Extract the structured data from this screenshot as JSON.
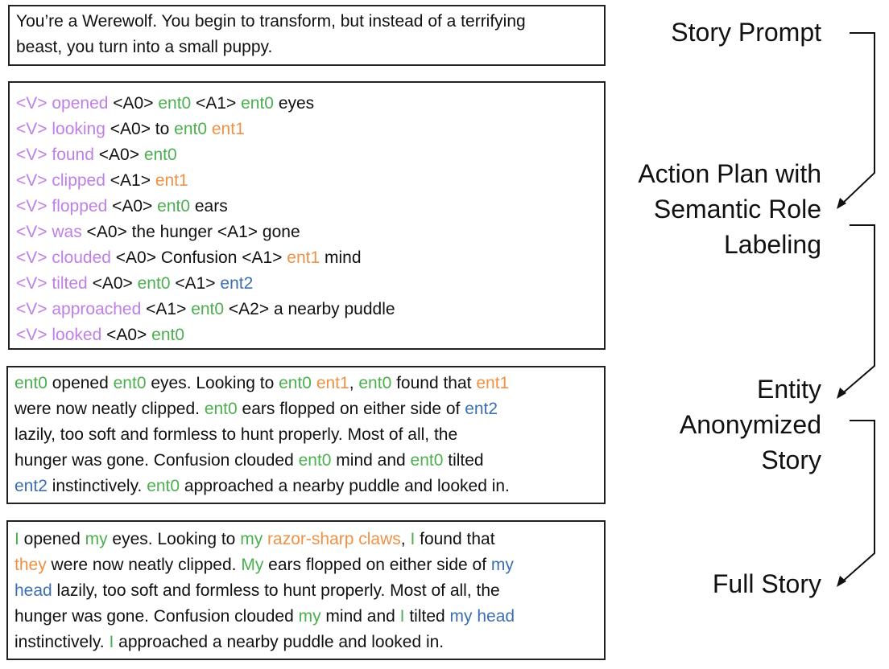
{
  "prompt": {
    "lines": [
      "You’re a Werewolf. You begin to transform, but instead of a terrifying",
      "beast, you turn into a small puppy."
    ]
  },
  "action_plan": {
    "lines": [
      [
        [
          "<V> opened",
          "verb"
        ],
        [
          " <A0> ",
          ""
        ],
        [
          "ent0",
          "ent0"
        ],
        [
          " <A1> ",
          ""
        ],
        [
          "ent0",
          "ent0"
        ],
        [
          " eyes",
          ""
        ]
      ],
      [
        [
          "<V> looking",
          "verb"
        ],
        [
          " <A0> to ",
          ""
        ],
        [
          "ent0",
          "ent0"
        ],
        [
          " ",
          ""
        ],
        [
          "ent1",
          "ent1"
        ]
      ],
      [
        [
          "<V> found",
          "verb"
        ],
        [
          " <A0> ",
          ""
        ],
        [
          "ent0",
          "ent0"
        ]
      ],
      [
        [
          "<V> clipped",
          "verb"
        ],
        [
          " <A1> ",
          ""
        ],
        [
          "ent1",
          "ent1"
        ]
      ],
      [
        [
          "<V> flopped",
          "verb"
        ],
        [
          " <A0> ",
          ""
        ],
        [
          "ent0",
          "ent0"
        ],
        [
          " ears",
          ""
        ]
      ],
      [
        [
          "<V> was",
          "verb"
        ],
        [
          " <A0> the hunger <A1> gone",
          ""
        ]
      ],
      [
        [
          "<V> clouded",
          "verb"
        ],
        [
          " <A0> Confusion <A1> ",
          ""
        ],
        [
          "ent1",
          "ent1"
        ],
        [
          " mind",
          ""
        ]
      ],
      [
        [
          "<V> tilted",
          "verb"
        ],
        [
          " <A0> ",
          ""
        ],
        [
          "ent0",
          "ent0"
        ],
        [
          " <A1> ",
          ""
        ],
        [
          "ent2",
          "ent2"
        ]
      ],
      [
        [
          "<V> approached",
          "verb"
        ],
        [
          " <A1> ",
          ""
        ],
        [
          "ent0",
          "ent0"
        ],
        [
          " <A2> a nearby puddle",
          ""
        ]
      ],
      [
        [
          "<V> looked",
          "verb"
        ],
        [
          " <A0> ",
          ""
        ],
        [
          "ent0",
          "ent0"
        ]
      ]
    ]
  },
  "anonymized_story": {
    "lines": [
      [
        [
          "ent0",
          "ent0"
        ],
        [
          " opened ",
          ""
        ],
        [
          "ent0",
          "ent0"
        ],
        [
          " eyes. Looking to ",
          ""
        ],
        [
          "ent0",
          "ent0"
        ],
        [
          " ",
          ""
        ],
        [
          "ent1",
          "ent1"
        ],
        [
          ", ",
          ""
        ],
        [
          "ent0",
          "ent0"
        ],
        [
          " found that ",
          ""
        ],
        [
          "ent1",
          "ent1"
        ]
      ],
      [
        [
          "were now neatly clipped. ",
          ""
        ],
        [
          "ent0",
          "ent0"
        ],
        [
          " ears flopped on either side of ",
          ""
        ],
        [
          "ent2",
          "ent2"
        ]
      ],
      [
        [
          "lazily, too soft and formless to hunt properly. Most of all, the",
          ""
        ]
      ],
      [
        [
          "hunger was gone. Confusion clouded ",
          ""
        ],
        [
          "ent0",
          "ent0"
        ],
        [
          " mind and ",
          ""
        ],
        [
          "ent0",
          "ent0"
        ],
        [
          " tilted",
          ""
        ]
      ],
      [
        [
          "ent2",
          "ent2"
        ],
        [
          " instinctively. ",
          ""
        ],
        [
          "ent0",
          "ent0"
        ],
        [
          " approached a nearby puddle and looked in.",
          ""
        ]
      ]
    ]
  },
  "full_story": {
    "lines": [
      [
        [
          "I",
          "ent0"
        ],
        [
          " opened ",
          ""
        ],
        [
          "my",
          "ent0"
        ],
        [
          " eyes. Looking to ",
          ""
        ],
        [
          "my",
          "ent0"
        ],
        [
          " ",
          ""
        ],
        [
          "razor-sharp claws",
          "ent1"
        ],
        [
          ", ",
          ""
        ],
        [
          "I",
          "ent0"
        ],
        [
          " found that",
          ""
        ]
      ],
      [
        [
          "they",
          "ent1"
        ],
        [
          " were now neatly clipped. ",
          ""
        ],
        [
          "My",
          "ent0"
        ],
        [
          " ears flopped on either side of ",
          ""
        ],
        [
          "my",
          "ent2"
        ]
      ],
      [
        [
          "head",
          "ent2"
        ],
        [
          " lazily, too soft and formless to hunt properly. Most of all, the",
          ""
        ]
      ],
      [
        [
          "hunger was gone. Confusion clouded ",
          ""
        ],
        [
          "my",
          "ent0"
        ],
        [
          " mind and ",
          ""
        ],
        [
          "I",
          "ent0"
        ],
        [
          " tilted ",
          ""
        ],
        [
          "my head",
          "ent2"
        ]
      ],
      [
        [
          "instinctively. ",
          ""
        ],
        [
          "I",
          "ent0"
        ],
        [
          " approached a nearby puddle and looked in.",
          ""
        ]
      ]
    ]
  },
  "labels": {
    "prompt": [
      "Story Prompt"
    ],
    "plan": [
      "Action Plan with",
      "Semantic Role",
      "Labeling"
    ],
    "anon": [
      "Entity",
      "Anonymized",
      "Story"
    ],
    "full": [
      "Full Story"
    ]
  },
  "colors": {
    "verb": "#bf7fe6",
    "ent0": "#4caf50",
    "ent1": "#ef9146",
    "ent2": "#3d6fb0",
    "text": "#111111"
  }
}
